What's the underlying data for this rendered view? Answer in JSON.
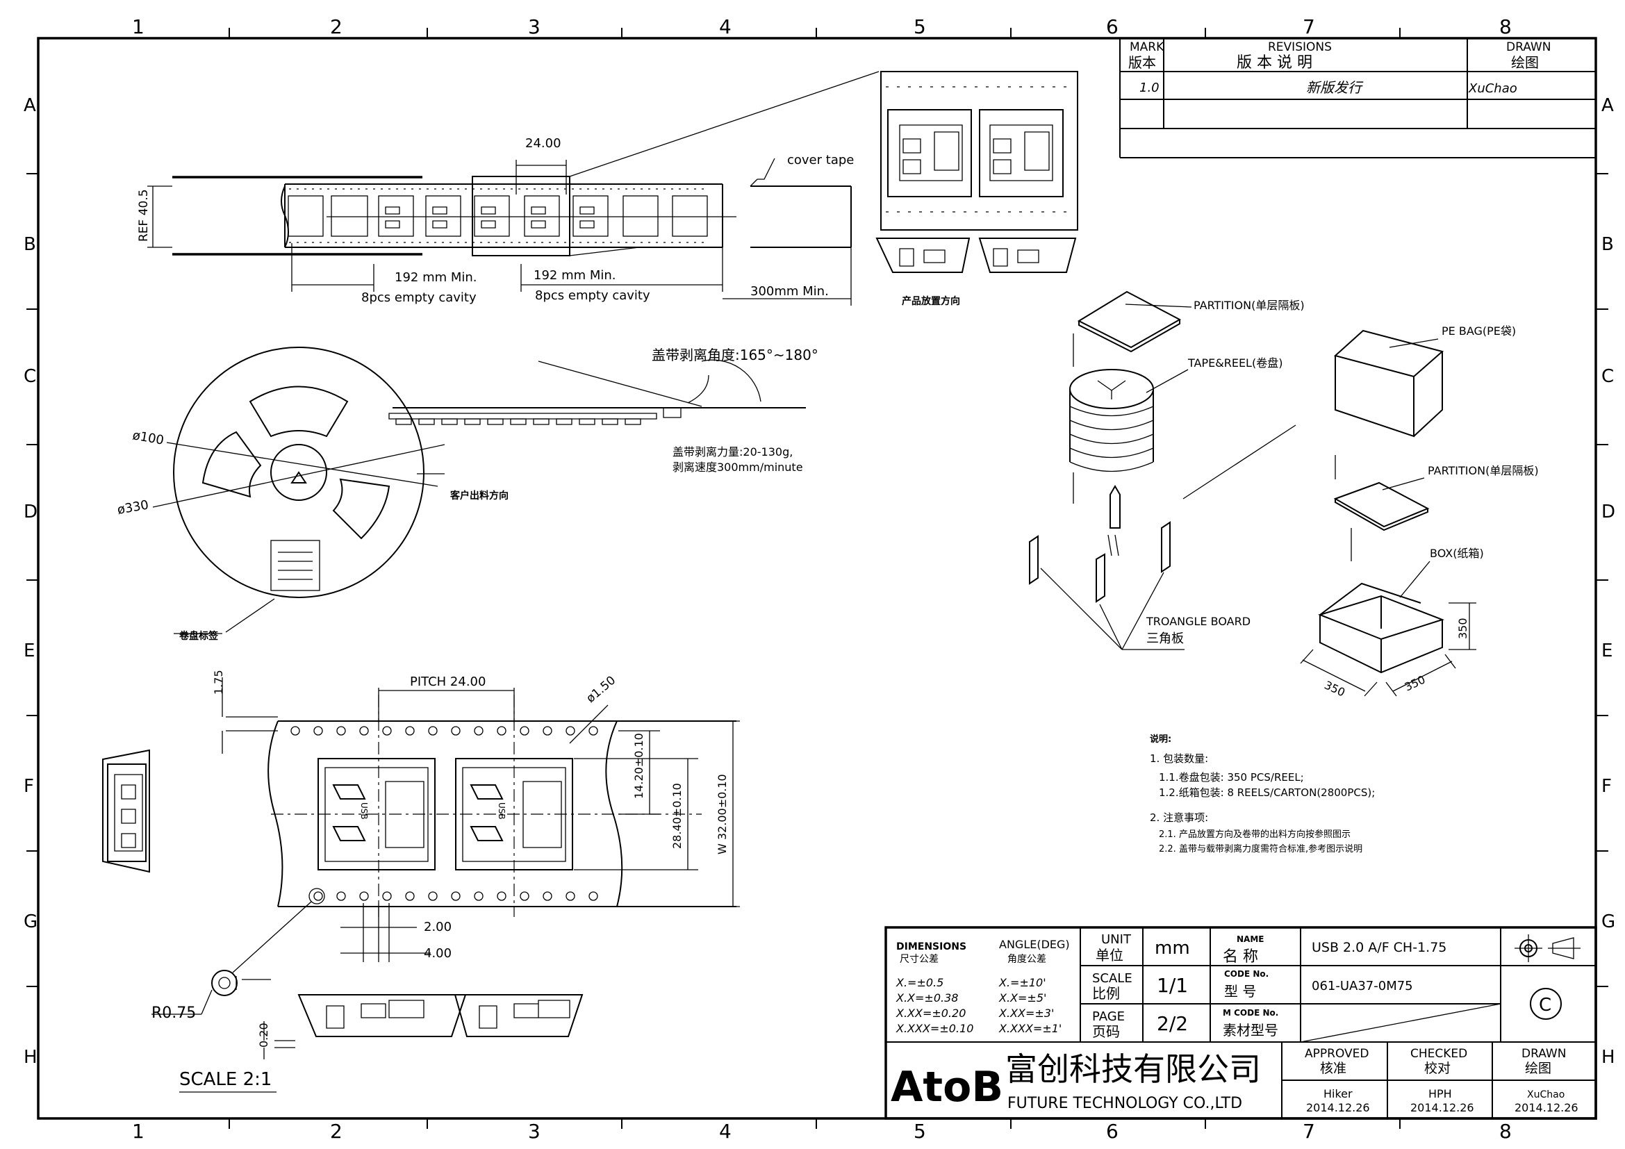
{
  "grid": {
    "columns": [
      "1",
      "2",
      "3",
      "4",
      "5",
      "6",
      "7",
      "8"
    ],
    "rows": [
      "A",
      "B",
      "C",
      "D",
      "E",
      "F",
      "G",
      "H"
    ]
  },
  "revisions": {
    "mark_label": "MARK",
    "mark_label_cn": "版本",
    "revisions_label": "REVISIONS",
    "revisions_label_cn": "版 本 说 明",
    "drawn_label": "DRAWN",
    "drawn_label_cn": "绘图",
    "row": {
      "mark": "1.0",
      "desc": "新版发行",
      "drawn": "XuChao"
    }
  },
  "tape_view": {
    "pitch": "24.00",
    "cover_tape": "cover tape",
    "ref": "REF 40.5",
    "empty1": "192 mm Min.",
    "empty1_note": "8pcs empty cavity",
    "empty2": "192 mm Min.",
    "empty2_note": "8pcs empty cavity",
    "leader": "300mm Min.",
    "placement": "产品放置方向"
  },
  "reel_view": {
    "d100": "ø100",
    "d330": "ø330",
    "label": "卷盘标签",
    "peel_angle": "盖带剥离角度:165°~180°",
    "peel_force": "盖带剥离力量:20-130g,",
    "peel_speed": "剥离速度300mm/minute",
    "feed_dir": "客户出料方向"
  },
  "packing": {
    "partition1": "PARTITION(单层隔板)",
    "tape_reel": "TAPE&REEL(卷盘)",
    "pe_bag": "PE BAG(PE袋)",
    "partition2": "PARTITION(单层隔板)",
    "box": "BOX(纸箱)",
    "triangle": "TROANGLE BOARD",
    "triangle_cn": "三角板",
    "dim_h": "350",
    "dim_w": "350",
    "dim_d": "350"
  },
  "notes": {
    "title": "说明:",
    "n1": "1. 包装数量:",
    "n1_1": "1.1.卷盘包装: 350 PCS/REEL;",
    "n1_2": "1.2.纸箱包装: 8 REELS/CARTON(2800PCS);",
    "n2": "2. 注意事项:",
    "n2_1": "2.1. 产品放置方向及卷带的出料方向按参照图示",
    "n2_2": "2.2. 盖带与载带剥离力度需符合标准,参考图示说明"
  },
  "detail": {
    "d175": "1.75",
    "pitch": "PITCH 24.00",
    "hole": "ø1.50",
    "h1": "14.20±0.10",
    "h2": "28.40±0.10",
    "w": "W 32.00±0.10",
    "d2": "2.00",
    "d4": "4.00",
    "r": "R0.75",
    "t": "0.20",
    "scale": "SCALE 2:1",
    "part_mark": "USB"
  },
  "titleblock": {
    "dims": "DIMENSIONS",
    "dims_cn": "尺寸公差",
    "tol1": "X.=±0.5",
    "tol2": "X.X=±0.38",
    "tol3": "X.XX=±0.20",
    "tol4": "X.XXX=±0.10",
    "angle": "ANGLE(DEG)",
    "angle_cn": "角度公差",
    "ang1": "X.=±10'",
    "ang2": "X.X=±5'",
    "ang3": "X.XX=±3'",
    "ang4": "X.XXX=±1'",
    "unit": "UNIT",
    "unit_cn": "单位",
    "unit_val": "mm",
    "scale": "SCALE",
    "scale_cn": "比例",
    "scale_val": "1/1",
    "page": "PAGE",
    "page_cn": "页码",
    "page_val": "2/2",
    "name": "NAME",
    "name_cn": "名 称",
    "name_val": "USB 2.0 A/F CH-1.75",
    "code": "CODE No.",
    "code_cn": "型 号",
    "code_val": "061-UA37-0M75",
    "mcode": "M CODE No.",
    "mcode_cn": "素材型号",
    "mcode_val": "",
    "logo": "AtoB",
    "company_cn": "富创科技有限公司",
    "company_en": "FUTURE TECHNOLOGY CO.,LTD",
    "approved": "APPROVED",
    "approved_cn": "核准",
    "approved_by": "Hiker",
    "approved_date": "2014.12.26",
    "checked": "CHECKED",
    "checked_cn": "校对",
    "checked_by": "HPH",
    "checked_date": "2014.12.26",
    "drawn": "DRAWN",
    "drawn_cn": "绘图",
    "drawn_by": "XuChao",
    "drawn_date": "2014.12.26",
    "copyright": "C"
  }
}
